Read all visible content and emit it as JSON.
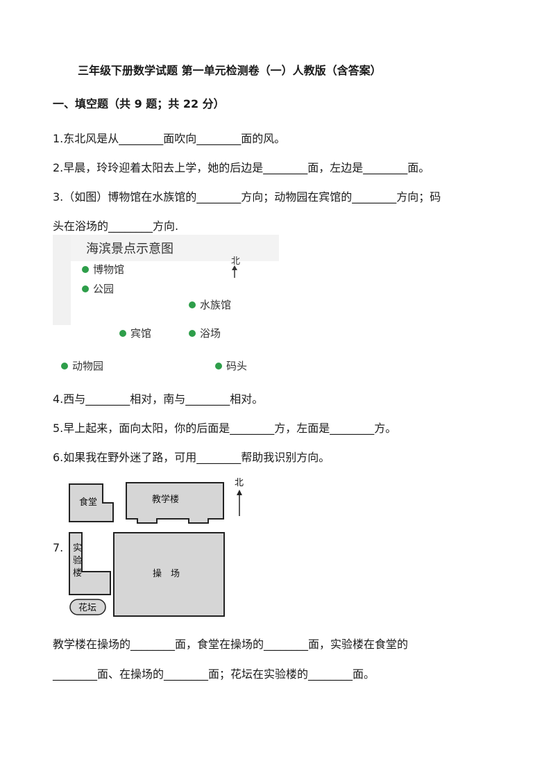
{
  "title": "三年级下册数学试题 第一单元检测卷（一）人教版（含答案）",
  "section_heading": "一、填空题（共 9 题；共 22 分）",
  "questions": {
    "q1": "1.东北风是从________面吹向________面的风。",
    "q2": "2.早晨，玲玲迎着太阳去上学，她的后边是________面，左边是________面。",
    "q3_line1": "3.（如图）博物馆在水族馆的________方向；动物园在宾馆的________方向；码",
    "q3_line2": "头在浴场的________方向.",
    "q4": "4.西与________相对，南与________相对。",
    "q5": "5.早上起来，面向太阳，你的后面是________方，左面是________方。",
    "q6": "6.如果我在野外迷了路，可用________帮助我识别方向。",
    "q7_number": "7.",
    "q7_line1": "教学楼在操场的________面，食堂在操场的________面，实验楼在食堂的",
    "q7_line2": "________面、在操场的________面；花坛在实验楼的________面。"
  },
  "map1": {
    "title": "海滨景点示意图",
    "north": "北",
    "places": [
      "博物馆",
      "公园",
      "水族馆",
      "宾馆",
      "浴场",
      "动物园",
      "码头"
    ],
    "dot_color": "#2e9e4a"
  },
  "map2": {
    "north": "北",
    "canteen": "食堂",
    "teaching_building": "教学楼",
    "lab_chars": [
      "实",
      "验",
      "楼"
    ],
    "playground": "操　场",
    "flower_bed": "花坛",
    "block_color": "#d6d6d6"
  }
}
